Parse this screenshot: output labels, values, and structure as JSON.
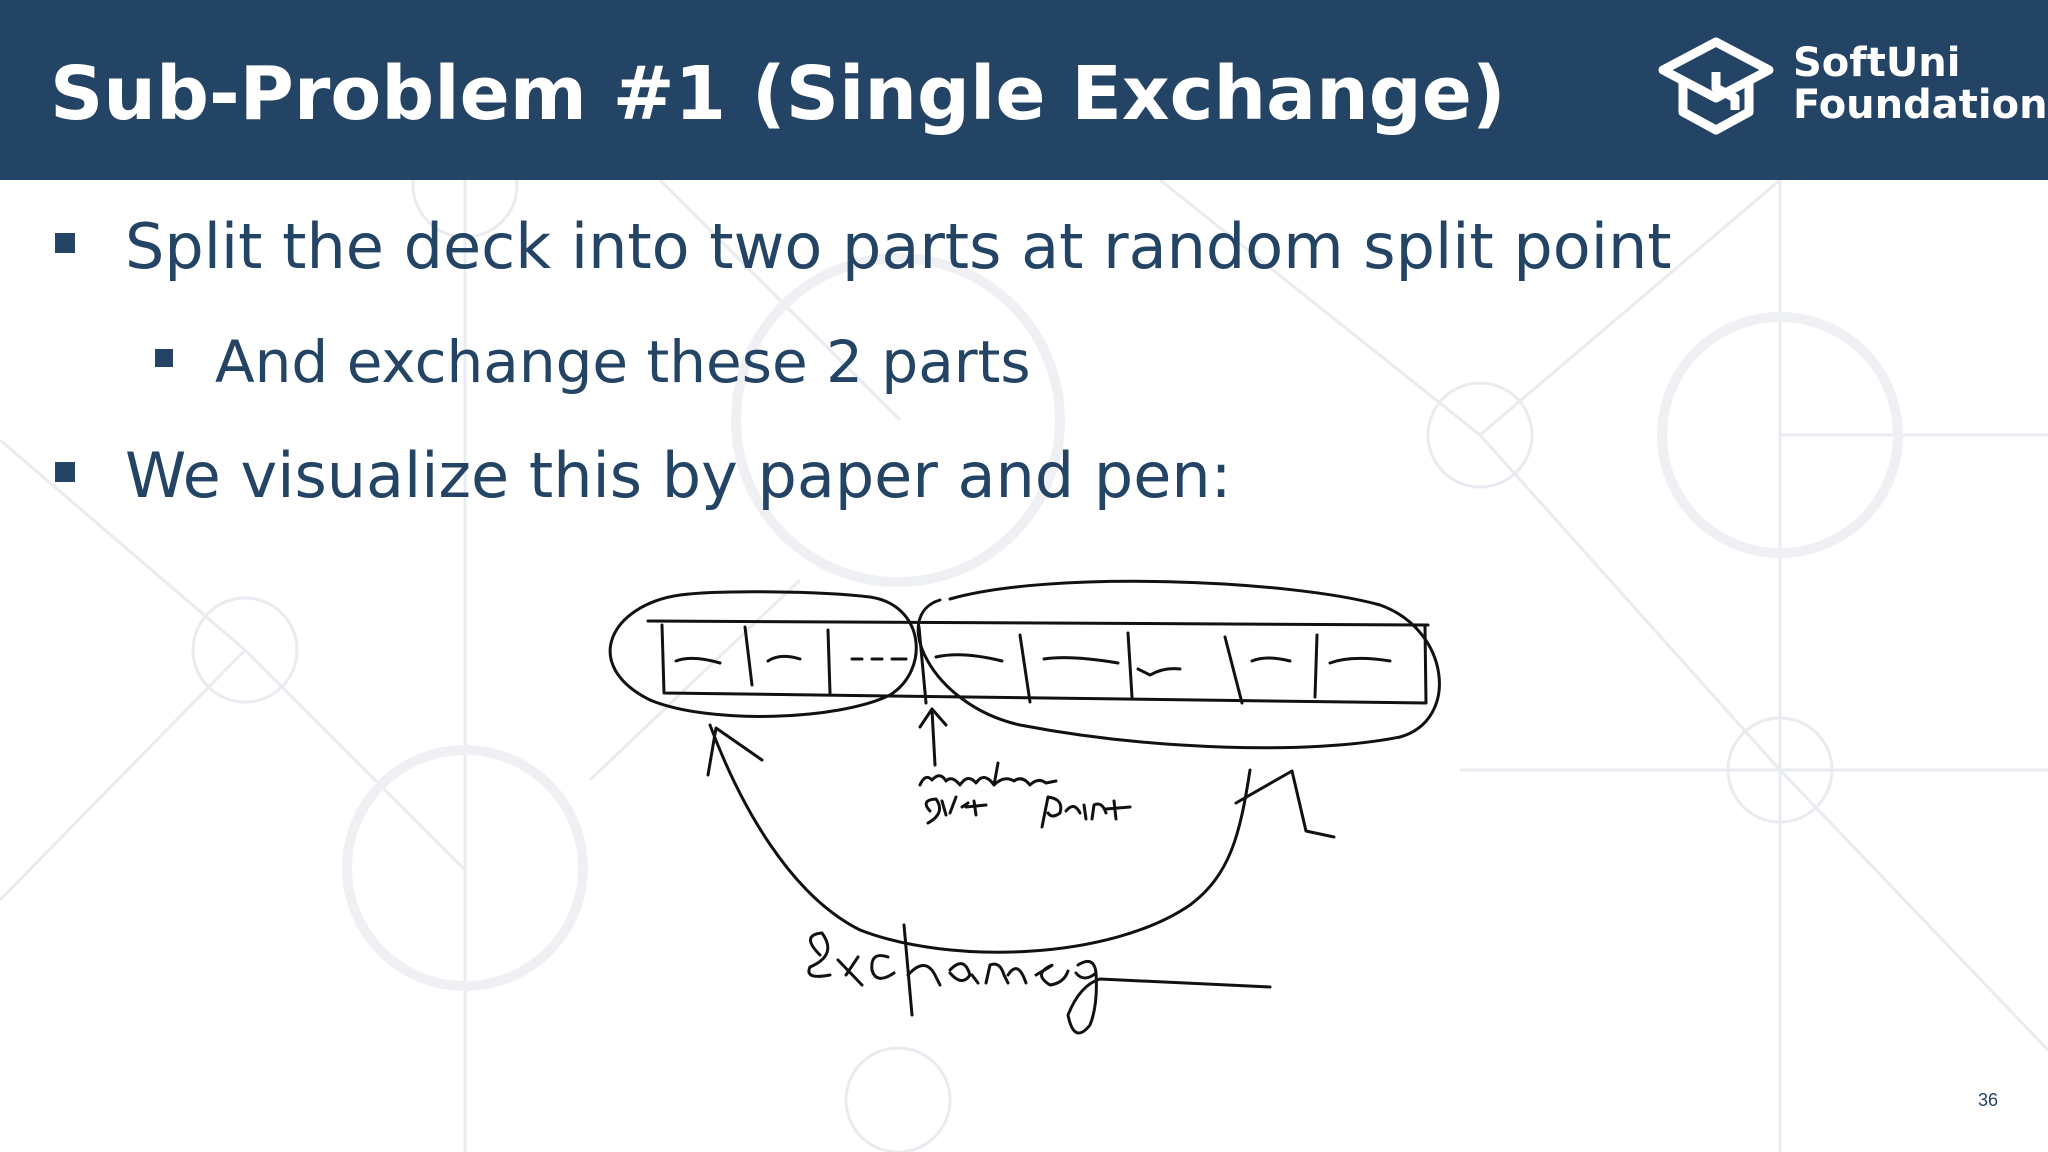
{
  "slide": {
    "title": "Sub-Problem #1 (Single Exchange)",
    "brand": {
      "line1": "SoftUni",
      "line2": "Foundation"
    },
    "bullets": [
      {
        "level": 1,
        "text": "Split the deck into two parts at random split point"
      },
      {
        "level": 2,
        "text": "And exchange these 2 parts"
      },
      {
        "level": 1,
        "text": "We visualize this by paper and pen:"
      }
    ],
    "slide_number": "36"
  },
  "colors": {
    "header_bg": "#234465",
    "text": "#234465",
    "background_pattern": "#e6e9ed"
  },
  "icons": {
    "logo": "graduation-cap-icon"
  }
}
